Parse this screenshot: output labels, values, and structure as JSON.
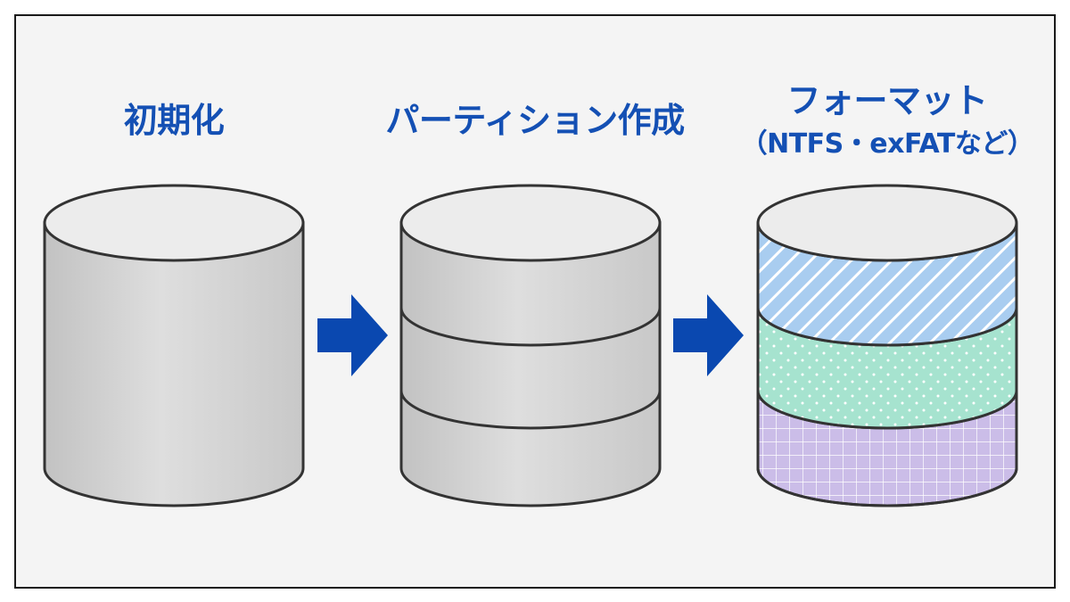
{
  "steps": [
    {
      "label": "初期化"
    },
    {
      "label": "パーティション作成"
    },
    {
      "label": "フォーマット",
      "sublabel": "（NTFS・exFATなど）"
    }
  ],
  "colors": {
    "title_blue": "#1450b4",
    "arrow_blue": "#0a48b0",
    "disk_gray": "#d8d8d8",
    "disk_top": "#ececec",
    "outline": "#333333",
    "partition_blue": "#a9cdf0",
    "partition_green": "#a6e3cf",
    "partition_purple": "#cbbde8"
  },
  "icons": [
    "disk-unformatted-icon",
    "arrow-right-icon",
    "disk-partitioned-icon",
    "arrow-right-icon",
    "disk-formatted-icon"
  ]
}
